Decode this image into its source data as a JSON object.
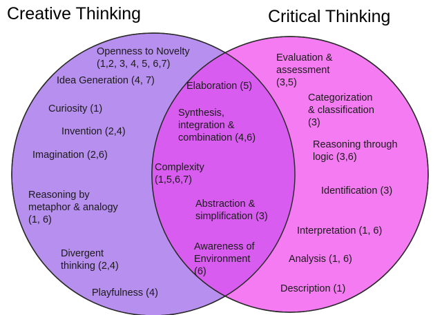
{
  "colors": {
    "left_fill": "#b78fee",
    "right_fill": "#f47bf1",
    "overlap_fill": "#d95cf0",
    "outline": "#2a2a2a"
  },
  "titles": {
    "left": "Creative Thinking",
    "right": "Critical Thinking"
  },
  "creative": {
    "openness_novelty": "Openness to Novelty\n(1,2, 3, 4, 5, 6,7)",
    "idea_generation": "Idea Generation (4, 7)",
    "curiosity": "Curiosity (1)",
    "invention": "Invention (2,4)",
    "imagination": "Imagination (2,6)",
    "reasoning_metaphor": "Reasoning by\nmetaphor & analogy\n(1, 6)",
    "divergent_thinking": "Divergent\nthinking (2,4)",
    "playfulness": "Playfulness (4)"
  },
  "both": {
    "elaboration": "Elaboration (5)",
    "synthesis": "Synthesis,\nintegration &\ncombination (4,6)",
    "complexity": "Complexity\n(1,5,6,7)",
    "abstraction": "Abstraction &\nsimplification (3)",
    "awareness": "Awareness of\nEnvironment\n(6)"
  },
  "critical": {
    "evaluation": "Evaluation &\nassessment\n(3,5)",
    "categorization": "Categorization\n& classification\n(3)",
    "reasoning_logic": "Reasoning through\nlogic (3,6)",
    "identification": "Identification (3)",
    "interpretation": "Interpretation (1, 6)",
    "analysis": "Analysis (1, 6)",
    "description": "Description (1)"
  }
}
